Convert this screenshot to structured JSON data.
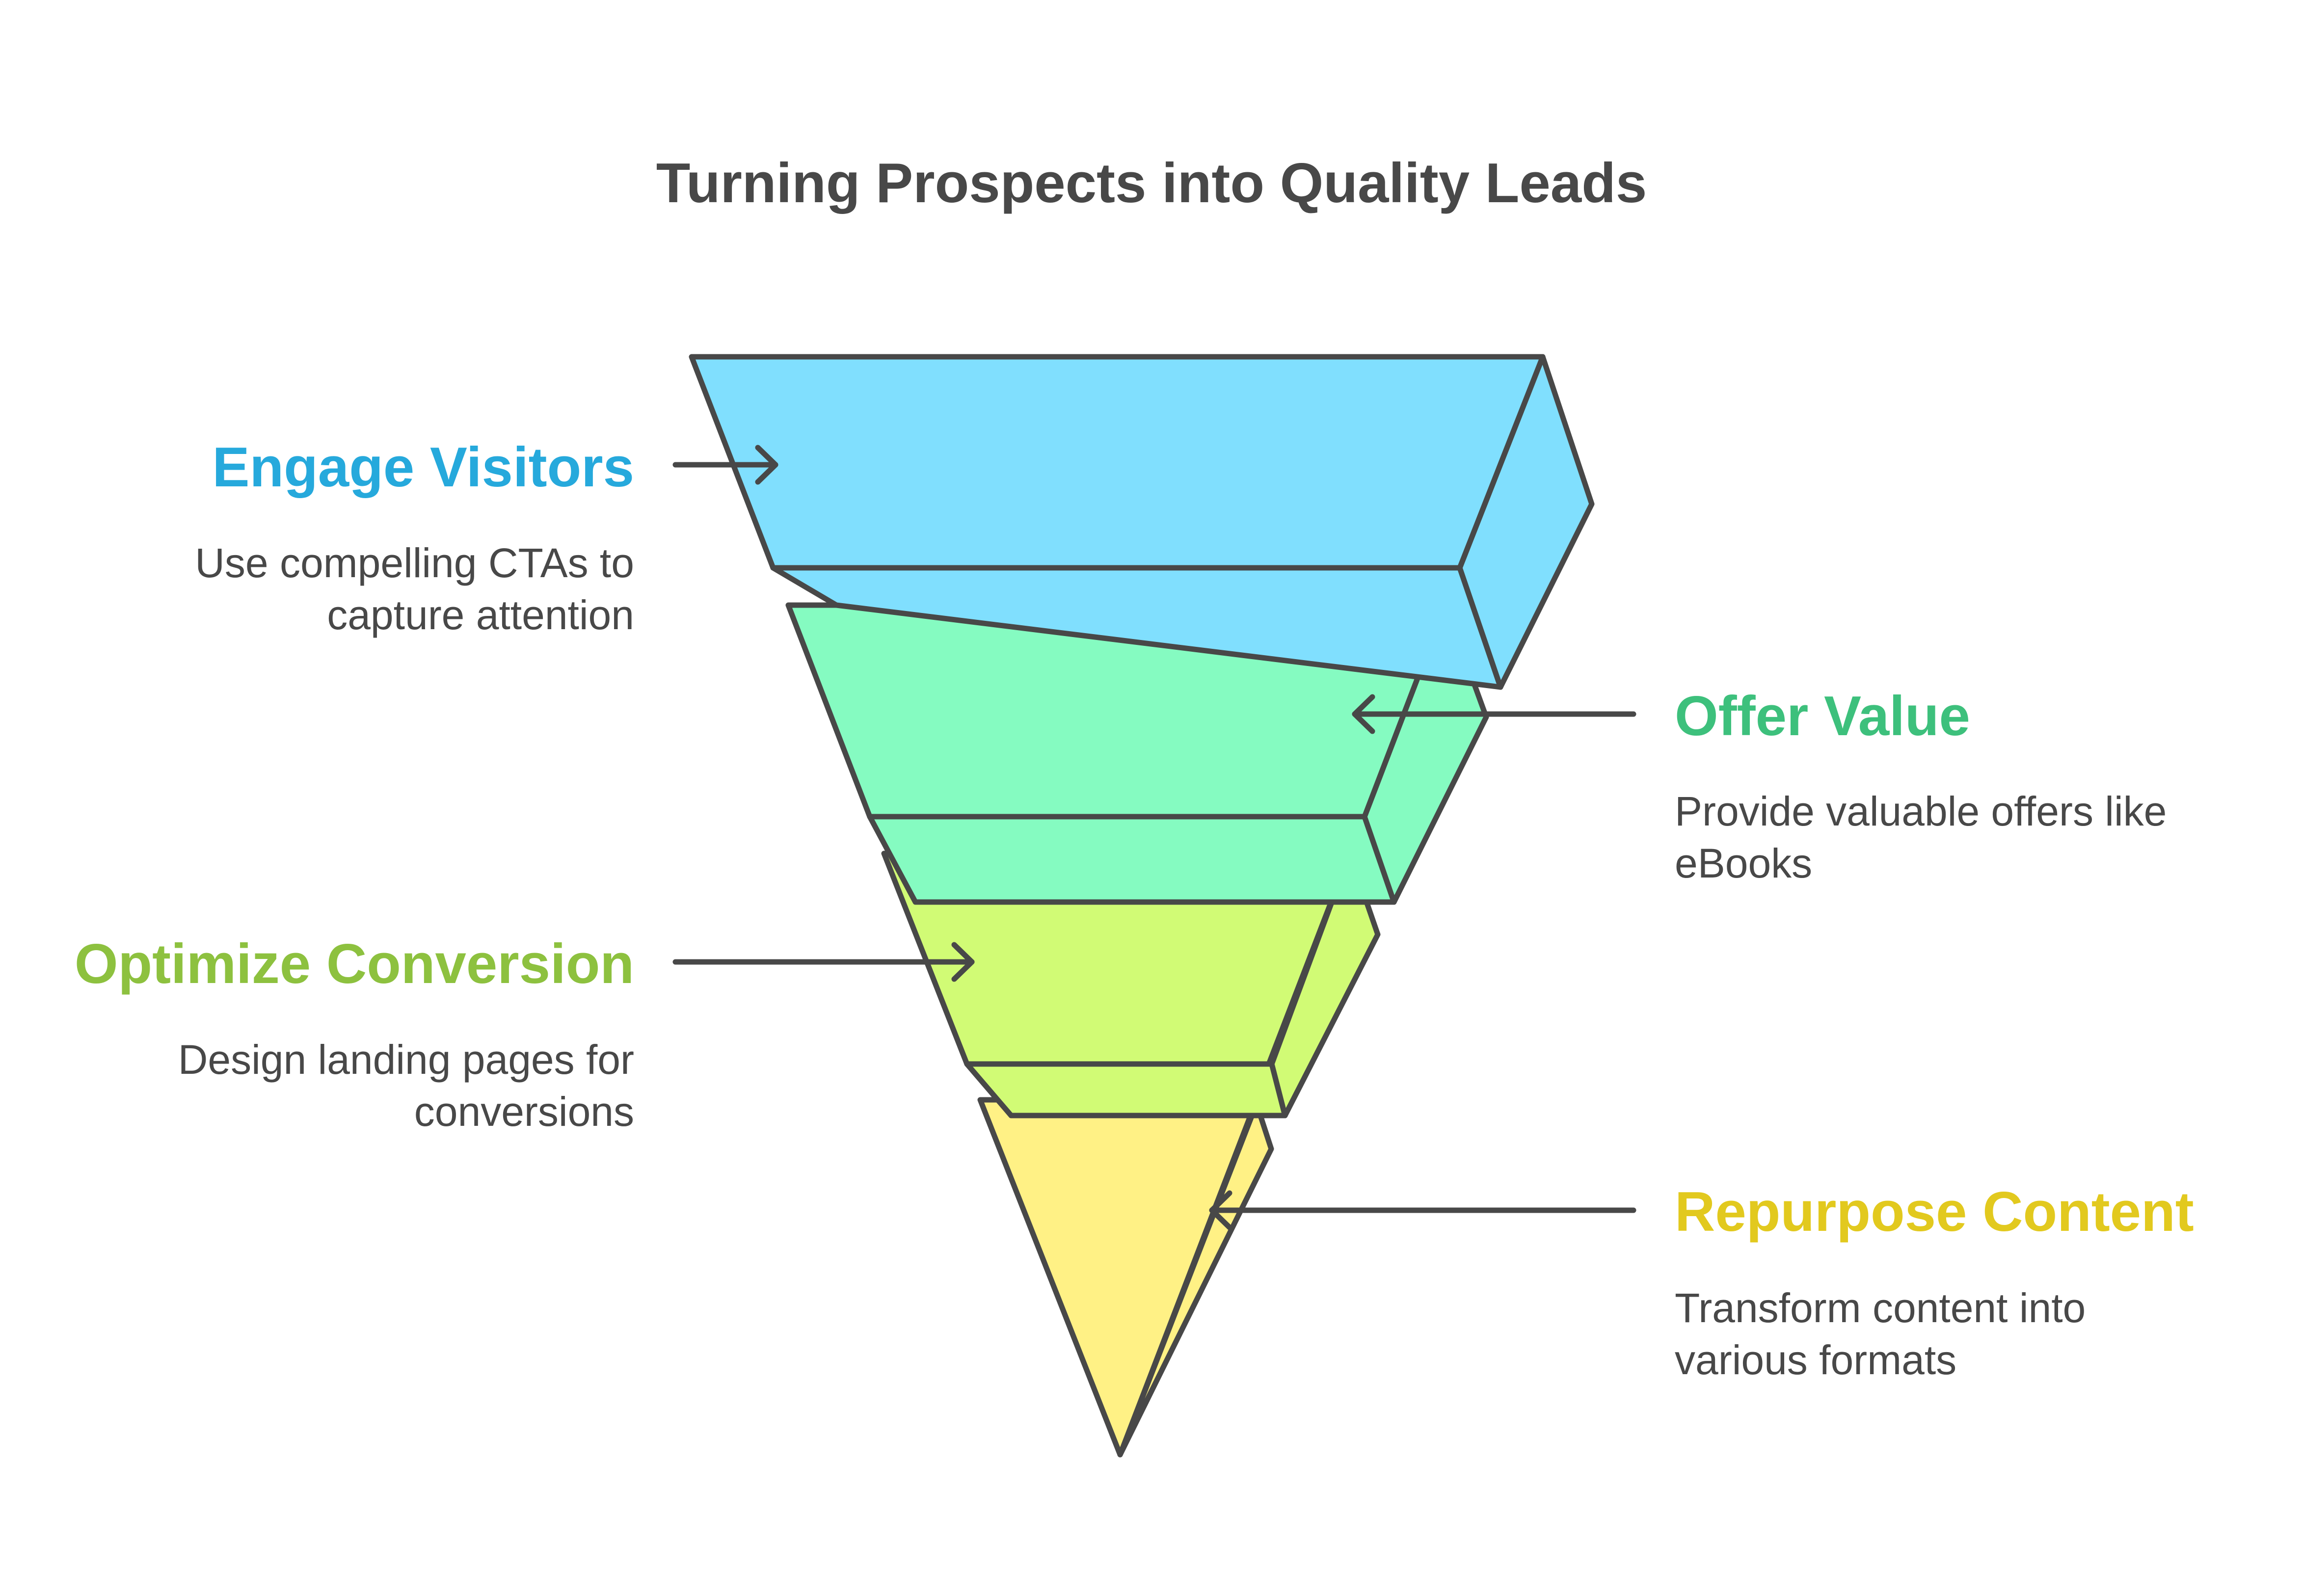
{
  "title": "Turning Prospects into Quality Leads",
  "stages": [
    {
      "heading": "Engage Visitors",
      "description_lines": [
        "Use compelling CTAs to",
        "capture attention"
      ],
      "color": "#26a9dc",
      "fill": "#80dffe"
    },
    {
      "heading": "Offer Value",
      "description_lines": [
        "Provide valuable offers like",
        "eBooks"
      ],
      "color": "#3dc07c",
      "fill": "#85fbc1"
    },
    {
      "heading": "Optimize Conversion",
      "description_lines": [
        "Design landing pages for",
        "conversions"
      ],
      "color": "#8dc13f",
      "fill": "#d1fb75"
    },
    {
      "heading": "Repurpose Content",
      "description_lines": [
        "Transform content into",
        "various formats"
      ],
      "color": "#e2c91e",
      "fill": "#fff185"
    }
  ],
  "outline_color": "#484848"
}
